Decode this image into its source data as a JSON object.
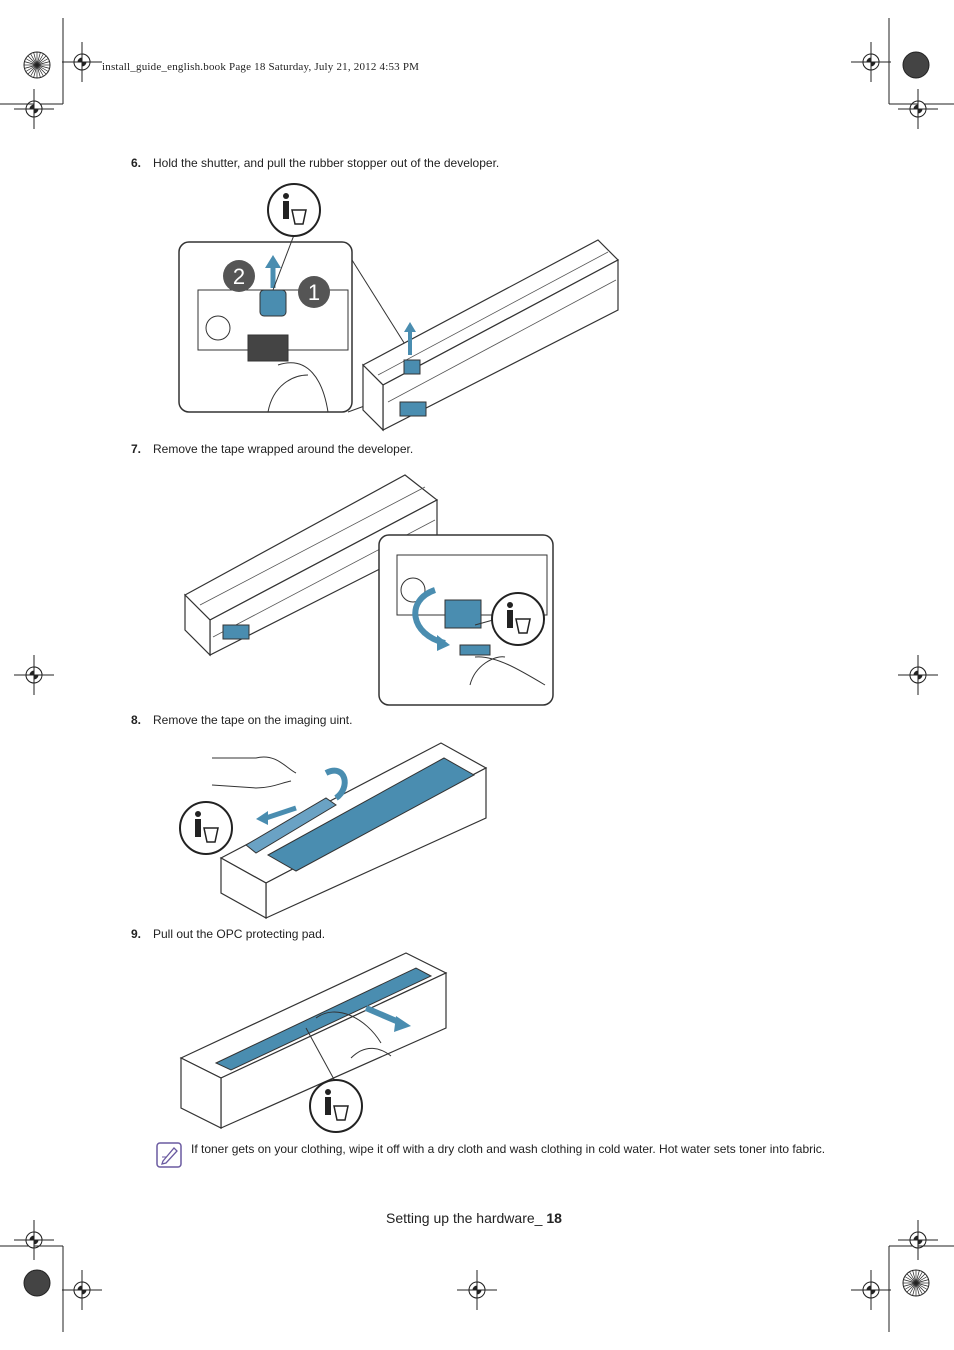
{
  "print_header": "install_guide_english.book  Page 18  Saturday, July 21, 2012  4:53 PM",
  "steps": [
    {
      "number": "6.",
      "text": "Hold the shutter, and pull the rubber stopper out of the developer."
    },
    {
      "number": "7.",
      "text": "Remove the tape wrapped around the developer."
    },
    {
      "number": "8.",
      "text": "Remove the tape on the imaging uint."
    },
    {
      "number": "9.",
      "text": "Pull out the OPC protecting pad."
    }
  ],
  "callouts": {
    "one": "1",
    "two": "2"
  },
  "note": {
    "icon": "pencil-note-icon",
    "text": "If toner gets on your clothing, wipe it off with a dry cloth and wash clothing in cold water. Hot water sets toner into fabric."
  },
  "footer": {
    "title": "Setting up the hardware_ ",
    "page": "18"
  },
  "colors": {
    "accent_blue": "#4a8db0",
    "line": "#222222"
  }
}
